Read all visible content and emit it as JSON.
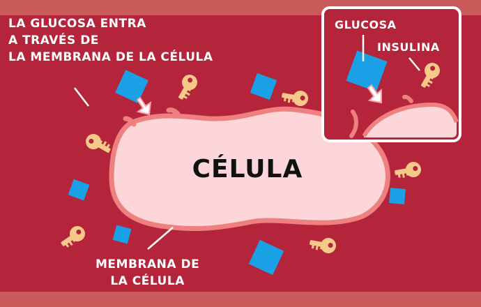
{
  "labels": {
    "entry_line1": "LA GLUCOSA ENTRA",
    "entry_line2": "A TRAVÉS DE",
    "entry_line3": "LA MEMBRANA DE LA CÉLULA",
    "cell": "CÉLULA",
    "membrane_line1": "MEMBRANA DE",
    "membrane_line2": "LA CÉLULA",
    "inset_glucose": "GLUCOSA",
    "inset_insulin": "INSULINA"
  },
  "colors": {
    "background": "#b4243a",
    "band": "#c95a5a",
    "membrane": "#ef8080",
    "cell_fill": "#fcd6d8",
    "glucose": "#1aa0e4",
    "insulin_key": "#f6c88a",
    "arrow": "#f7a0a8",
    "text": "#ffffff"
  },
  "icons": [
    "glucose-square-icon",
    "insulin-key-icon",
    "entry-arrow-icon"
  ]
}
